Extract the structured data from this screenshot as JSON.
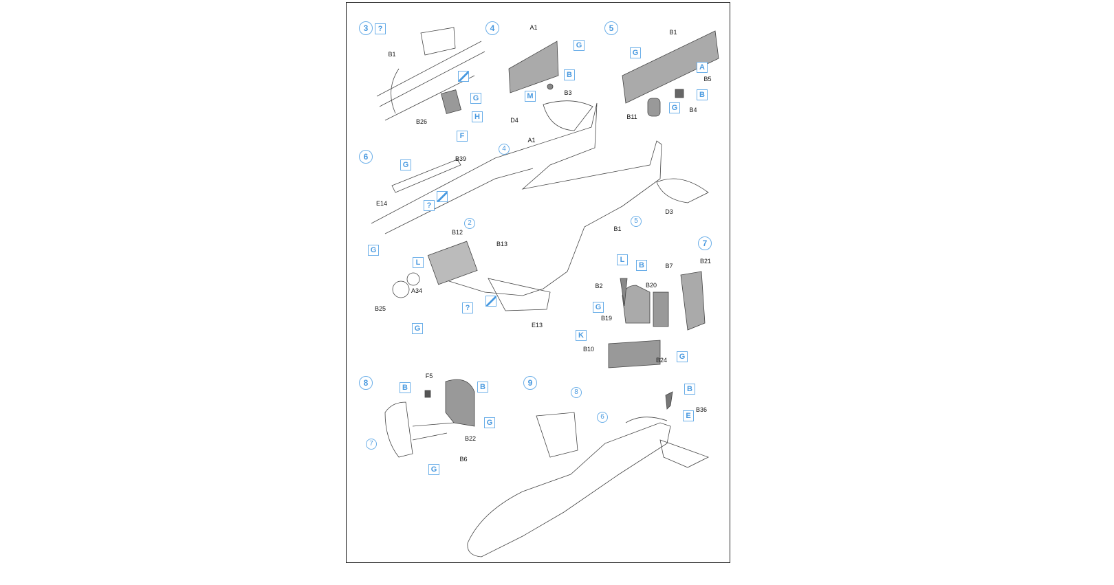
{
  "steps": [
    "3",
    "4",
    "5",
    "6",
    "7",
    "8",
    "9"
  ],
  "sub_refs": [
    "4",
    "2",
    "5",
    "8",
    "6",
    "7"
  ],
  "color_boxes": [
    "?",
    "diagonal-stripe",
    "G",
    "H",
    "F",
    "G",
    "B",
    "M",
    "G",
    "A",
    "B",
    "G",
    "G",
    "?",
    "diagonal-stripe",
    "G",
    "L",
    "G",
    "?",
    "diagonal-stripe",
    "L",
    "B",
    "G",
    "K",
    "G",
    "B",
    "B",
    "G",
    "G",
    "B",
    "E"
  ],
  "part_labels": [
    "B1",
    "B26",
    "A1",
    "B3",
    "D4",
    "B1",
    "B5",
    "B4",
    "B11",
    "A1",
    "B39",
    "E14",
    "B12",
    "B13",
    "B1",
    "D3",
    "A34",
    "B25",
    "E13",
    "B2",
    "B7",
    "B21",
    "B20",
    "B19",
    "B10",
    "B24",
    "F5",
    "B22",
    "B6",
    "B36"
  ],
  "colors": {
    "accent": "#4a9ae0",
    "part_fill": "#a8a8a8",
    "line": "#333333"
  }
}
